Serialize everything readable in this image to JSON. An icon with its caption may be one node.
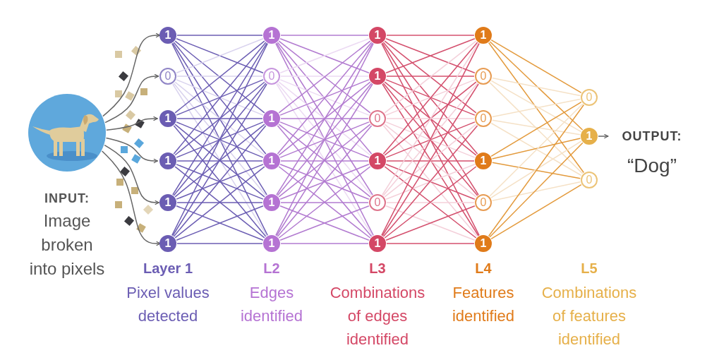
{
  "diagram": {
    "nodes": [
      {
        "text": [],
        "shape": "picture",
        "beside": [
          "INPUT:",
          "Image broken into pixels"
        ]
      },
      {
        "text": [
          "1"
        ]
      },
      {
        "text": [
          "0"
        ]
      },
      {
        "text": [
          "1"
        ]
      },
      {
        "text": [
          "1"
        ]
      },
      {
        "text": [
          "1"
        ]
      },
      {
        "text": [
          "1"
        ]
      },
      {
        "text": [
          "1"
        ]
      },
      {
        "text": [
          "0"
        ]
      },
      {
        "text": [
          "1"
        ]
      },
      {
        "text": [
          "1"
        ]
      },
      {
        "text": [
          "1"
        ]
      },
      {
        "text": [
          "1"
        ]
      },
      {
        "text": [
          "1"
        ]
      },
      {
        "text": [
          "1"
        ]
      },
      {
        "text": [
          "0"
        ]
      },
      {
        "text": [
          "1"
        ]
      },
      {
        "text": [
          "0"
        ]
      },
      {
        "text": [
          "1"
        ]
      },
      {
        "text": [
          "1"
        ]
      },
      {
        "text": [
          "0"
        ]
      },
      {
        "text": [
          "0"
        ]
      },
      {
        "text": [
          "1"
        ]
      },
      {
        "text": [
          "0"
        ]
      },
      {
        "text": [
          "1"
        ]
      },
      {
        "text": [
          "0"
        ]
      },
      {
        "text": [
          "1"
        ]
      },
      {
        "text": [
          "0"
        ]
      },
      {
        "text": [
          "OUTPUT:",
          "“Dog”"
        ]
      }
    ],
    "edges": [
      {
        "from": 0,
        "to": 1,
        "arrow": "to"
      },
      {
        "from": 0,
        "to": 2,
        "arrow": "to"
      },
      {
        "from": 0,
        "to": 3,
        "arrow": "to"
      },
      {
        "from": 0,
        "to": 4,
        "arrow": "to"
      },
      {
        "from": 0,
        "to": 5,
        "arrow": "to"
      },
      {
        "from": 0,
        "to": 6,
        "arrow": "to"
      },
      {
        "from": 1,
        "to": 7,
        "arrow": "none",
        "color": "#6b5db3"
      },
      {
        "from": 1,
        "to": 8,
        "arrow": "none",
        "color": "#6b5db3"
      },
      {
        "from": 1,
        "to": 9,
        "arrow": "none",
        "color": "#6b5db3"
      },
      {
        "from": 1,
        "to": 10,
        "arrow": "none",
        "color": "#6b5db3"
      },
      {
        "from": 1,
        "to": 11,
        "arrow": "none",
        "color": "#6b5db3"
      },
      {
        "from": 1,
        "to": 12,
        "arrow": "none",
        "color": "#6b5db3"
      },
      {
        "from": 2,
        "to": 7,
        "arrow": "none",
        "color": "#d9d3ee"
      },
      {
        "from": 2,
        "to": 8,
        "arrow": "none",
        "color": "#d9d3ee"
      },
      {
        "from": 2,
        "to": 9,
        "arrow": "none",
        "color": "#d9d3ee"
      },
      {
        "from": 2,
        "to": 10,
        "arrow": "none",
        "color": "#d9d3ee"
      },
      {
        "from": 2,
        "to": 11,
        "arrow": "none",
        "color": "#d9d3ee"
      },
      {
        "from": 2,
        "to": 12,
        "arrow": "none",
        "color": "#d9d3ee"
      },
      {
        "from": 3,
        "to": 7,
        "arrow": "none",
        "color": "#6b5db3"
      },
      {
        "from": 3,
        "to": 8,
        "arrow": "none",
        "color": "#6b5db3"
      },
      {
        "from": 3,
        "to": 9,
        "arrow": "none",
        "color": "#6b5db3"
      },
      {
        "from": 3,
        "to": 10,
        "arrow": "none",
        "color": "#6b5db3"
      },
      {
        "from": 3,
        "to": 11,
        "arrow": "none",
        "color": "#6b5db3"
      },
      {
        "from": 3,
        "to": 12,
        "arrow": "none",
        "color": "#6b5db3"
      },
      {
        "from": 4,
        "to": 7,
        "arrow": "none",
        "color": "#6b5db3"
      },
      {
        "from": 4,
        "to": 8,
        "arrow": "none",
        "color": "#6b5db3"
      },
      {
        "from": 4,
        "to": 9,
        "arrow": "none",
        "color": "#6b5db3"
      },
      {
        "from": 4,
        "to": 10,
        "arrow": "none",
        "color": "#6b5db3"
      },
      {
        "from": 4,
        "to": 11,
        "arrow": "none",
        "color": "#6b5db3"
      },
      {
        "from": 4,
        "to": 12,
        "arrow": "none",
        "color": "#6b5db3"
      },
      {
        "from": 5,
        "to": 7,
        "arrow": "none",
        "color": "#6b5db3"
      },
      {
        "from": 5,
        "to": 8,
        "arrow": "none",
        "color": "#6b5db3"
      },
      {
        "from": 5,
        "to": 9,
        "arrow": "none",
        "color": "#6b5db3"
      },
      {
        "from": 5,
        "to": 10,
        "arrow": "none",
        "color": "#6b5db3"
      },
      {
        "from": 5,
        "to": 11,
        "arrow": "none",
        "color": "#6b5db3"
      },
      {
        "from": 5,
        "to": 12,
        "arrow": "none",
        "color": "#6b5db3"
      },
      {
        "from": 6,
        "to": 7,
        "arrow": "none",
        "color": "#6b5db3"
      },
      {
        "from": 6,
        "to": 8,
        "arrow": "none",
        "color": "#6b5db3"
      },
      {
        "from": 6,
        "to": 9,
        "arrow": "none",
        "color": "#6b5db3"
      },
      {
        "from": 6,
        "to": 10,
        "arrow": "none",
        "color": "#6b5db3"
      },
      {
        "from": 6,
        "to": 11,
        "arrow": "none",
        "color": "#6b5db3"
      },
      {
        "from": 6,
        "to": 12,
        "arrow": "none",
        "color": "#6b5db3"
      },
      {
        "from": 7,
        "to": 13,
        "arrow": "none",
        "color": "#b27bd0"
      },
      {
        "from": 7,
        "to": 14,
        "arrow": "none",
        "color": "#b27bd0"
      },
      {
        "from": 7,
        "to": 15,
        "arrow": "none",
        "color": "#b27bd0"
      },
      {
        "from": 7,
        "to": 16,
        "arrow": "none",
        "color": "#b27bd0"
      },
      {
        "from": 7,
        "to": 17,
        "arrow": "none",
        "color": "#b27bd0"
      },
      {
        "from": 7,
        "to": 18,
        "arrow": "none",
        "color": "#b27bd0"
      },
      {
        "from": 8,
        "to": 13,
        "arrow": "none",
        "color": "#ecdaf3"
      },
      {
        "from": 8,
        "to": 14,
        "arrow": "none",
        "color": "#ecdaf3"
      },
      {
        "from": 8,
        "to": 15,
        "arrow": "none",
        "color": "#ecdaf3"
      },
      {
        "from": 8,
        "to": 16,
        "arrow": "none",
        "color": "#ecdaf3"
      },
      {
        "from": 8,
        "to": 17,
        "arrow": "none",
        "color": "#ecdaf3"
      },
      {
        "from": 8,
        "to": 18,
        "arrow": "none",
        "color": "#ecdaf3"
      },
      {
        "from": 9,
        "to": 13,
        "arrow": "none",
        "color": "#b27bd0"
      },
      {
        "from": 9,
        "to": 14,
        "arrow": "none",
        "color": "#b27bd0"
      },
      {
        "from": 9,
        "to": 15,
        "arrow": "none",
        "color": "#b27bd0"
      },
      {
        "from": 9,
        "to": 16,
        "arrow": "none",
        "color": "#b27bd0"
      },
      {
        "from": 9,
        "to": 17,
        "arrow": "none",
        "color": "#b27bd0"
      },
      {
        "from": 9,
        "to": 18,
        "arrow": "none",
        "color": "#b27bd0"
      },
      {
        "from": 10,
        "to": 13,
        "arrow": "none",
        "color": "#b27bd0"
      },
      {
        "from": 10,
        "to": 14,
        "arrow": "none",
        "color": "#b27bd0"
      },
      {
        "from": 10,
        "to": 15,
        "arrow": "none",
        "color": "#b27bd0"
      },
      {
        "from": 10,
        "to": 16,
        "arrow": "none",
        "color": "#b27bd0"
      },
      {
        "from": 10,
        "to": 17,
        "arrow": "none",
        "color": "#b27bd0"
      },
      {
        "from": 10,
        "to": 18,
        "arrow": "none",
        "color": "#b27bd0"
      },
      {
        "from": 11,
        "to": 13,
        "arrow": "none",
        "color": "#b27bd0"
      },
      {
        "from": 11,
        "to": 14,
        "arrow": "none",
        "color": "#b27bd0"
      },
      {
        "from": 11,
        "to": 15,
        "arrow": "none",
        "color": "#b27bd0"
      },
      {
        "from": 11,
        "to": 16,
        "arrow": "none",
        "color": "#b27bd0"
      },
      {
        "from": 11,
        "to": 17,
        "arrow": "none",
        "color": "#b27bd0"
      },
      {
        "from": 11,
        "to": 18,
        "arrow": "none",
        "color": "#b27bd0"
      },
      {
        "from": 12,
        "to": 13,
        "arrow": "none",
        "color": "#b27bd0"
      },
      {
        "from": 12,
        "to": 14,
        "arrow": "none",
        "color": "#b27bd0"
      },
      {
        "from": 12,
        "to": 15,
        "arrow": "none",
        "color": "#b27bd0"
      },
      {
        "from": 12,
        "to": 16,
        "arrow": "none",
        "color": "#b27bd0"
      },
      {
        "from": 12,
        "to": 17,
        "arrow": "none",
        "color": "#b27bd0"
      },
      {
        "from": 12,
        "to": 18,
        "arrow": "none",
        "color": "#b27bd0"
      },
      {
        "from": 13,
        "to": 19,
        "arrow": "none",
        "color": "#d4506e"
      },
      {
        "from": 13,
        "to": 20,
        "arrow": "none",
        "color": "#d4506e"
      },
      {
        "from": 13,
        "to": 21,
        "arrow": "none",
        "color": "#d4506e"
      },
      {
        "from": 13,
        "to": 22,
        "arrow": "none",
        "color": "#d4506e"
      },
      {
        "from": 13,
        "to": 23,
        "arrow": "none",
        "color": "#d4506e"
      },
      {
        "from": 13,
        "to": 24,
        "arrow": "none",
        "color": "#d4506e"
      },
      {
        "from": 14,
        "to": 19,
        "arrow": "none",
        "color": "#d4506e"
      },
      {
        "from": 14,
        "to": 20,
        "arrow": "none",
        "color": "#d4506e"
      },
      {
        "from": 14,
        "to": 21,
        "arrow": "none",
        "color": "#d4506e"
      },
      {
        "from": 14,
        "to": 22,
        "arrow": "none",
        "color": "#d4506e"
      },
      {
        "from": 14,
        "to": 23,
        "arrow": "none",
        "color": "#d4506e"
      },
      {
        "from": 14,
        "to": 24,
        "arrow": "none",
        "color": "#d4506e"
      },
      {
        "from": 15,
        "to": 19,
        "arrow": "none",
        "color": "#f4d0da"
      },
      {
        "from": 15,
        "to": 20,
        "arrow": "none",
        "color": "#f4d0da"
      },
      {
        "from": 15,
        "to": 21,
        "arrow": "none",
        "color": "#f4d0da"
      },
      {
        "from": 15,
        "to": 22,
        "arrow": "none",
        "color": "#f4d0da"
      },
      {
        "from": 15,
        "to": 23,
        "arrow": "none",
        "color": "#f4d0da"
      },
      {
        "from": 15,
        "to": 24,
        "arrow": "none",
        "color": "#f4d0da"
      },
      {
        "from": 16,
        "to": 19,
        "arrow": "none",
        "color": "#d4506e"
      },
      {
        "from": 16,
        "to": 20,
        "arrow": "none",
        "color": "#d4506e"
      },
      {
        "from": 16,
        "to": 21,
        "arrow": "none",
        "color": "#d4506e"
      },
      {
        "from": 16,
        "to": 22,
        "arrow": "none",
        "color": "#d4506e"
      },
      {
        "from": 16,
        "to": 23,
        "arrow": "none",
        "color": "#d4506e"
      },
      {
        "from": 16,
        "to": 24,
        "arrow": "none",
        "color": "#d4506e"
      },
      {
        "from": 17,
        "to": 19,
        "arrow": "none",
        "color": "#f4d0da"
      },
      {
        "from": 17,
        "to": 20,
        "arrow": "none",
        "color": "#f4d0da"
      },
      {
        "from": 17,
        "to": 21,
        "arrow": "none",
        "color": "#f4d0da"
      },
      {
        "from": 17,
        "to": 22,
        "arrow": "none",
        "color": "#f4d0da"
      },
      {
        "from": 17,
        "to": 23,
        "arrow": "none",
        "color": "#f4d0da"
      },
      {
        "from": 17,
        "to": 24,
        "arrow": "none",
        "color": "#f4d0da"
      },
      {
        "from": 18,
        "to": 19,
        "arrow": "none",
        "color": "#d4506e"
      },
      {
        "from": 18,
        "to": 20,
        "arrow": "none",
        "color": "#d4506e"
      },
      {
        "from": 18,
        "to": 21,
        "arrow": "none",
        "color": "#d4506e"
      },
      {
        "from": 18,
        "to": 22,
        "arrow": "none",
        "color": "#d4506e"
      },
      {
        "from": 18,
        "to": 23,
        "arrow": "none",
        "color": "#d4506e"
      },
      {
        "from": 18,
        "to": 24,
        "arrow": "none",
        "color": "#d4506e"
      },
      {
        "from": 19,
        "to": 25,
        "arrow": "none",
        "color": "#e39a3c"
      },
      {
        "from": 19,
        "to": 26,
        "arrow": "none",
        "color": "#e39a3c"
      },
      {
        "from": 19,
        "to": 27,
        "arrow": "none",
        "color": "#e39a3c"
      },
      {
        "from": 20,
        "to": 25,
        "arrow": "none",
        "color": "#f5e1c6"
      },
      {
        "from": 20,
        "to": 26,
        "arrow": "none",
        "color": "#f5e1c6"
      },
      {
        "from": 20,
        "to": 27,
        "arrow": "none",
        "color": "#f5e1c6"
      },
      {
        "from": 21,
        "to": 25,
        "arrow": "none",
        "color": "#f5e1c6"
      },
      {
        "from": 21,
        "to": 26,
        "arrow": "none",
        "color": "#f5e1c6"
      },
      {
        "from": 21,
        "to": 27,
        "arrow": "none",
        "color": "#f5e1c6"
      },
      {
        "from": 22,
        "to": 25,
        "arrow": "none",
        "color": "#e39a3c"
      },
      {
        "from": 22,
        "to": 26,
        "arrow": "none",
        "color": "#e39a3c"
      },
      {
        "from": 22,
        "to": 27,
        "arrow": "none",
        "color": "#e39a3c"
      },
      {
        "from": 23,
        "to": 25,
        "arrow": "none",
        "color": "#f5e1c6"
      },
      {
        "from": 23,
        "to": 26,
        "arrow": "none",
        "color": "#f5e1c6"
      },
      {
        "from": 23,
        "to": 27,
        "arrow": "none",
        "color": "#f5e1c6"
      },
      {
        "from": 24,
        "to": 25,
        "arrow": "none",
        "color": "#e39a3c"
      },
      {
        "from": 24,
        "to": 26,
        "arrow": "none",
        "color": "#e39a3c"
      },
      {
        "from": 24,
        "to": 27,
        "arrow": "none",
        "color": "#e39a3c"
      },
      {
        "from": 26,
        "to": 28,
        "arrow": "to"
      }
    ],
    "labels": [
      "Layer 1",
      "Pixel values detected",
      "L2",
      "Edges identified",
      "L3",
      "Combinations of edges identified",
      "L4",
      "Features identified",
      "L5",
      "Combinations of features identified"
    ]
  }
}
